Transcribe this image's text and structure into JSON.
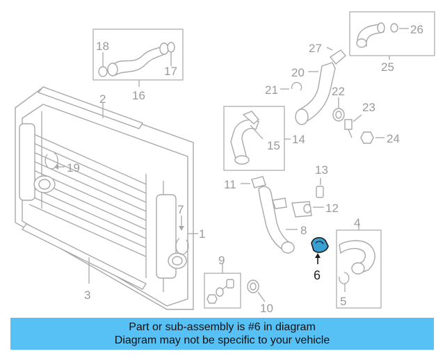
{
  "diagram": {
    "highlight_color": "#3a9fd1",
    "callouts": {
      "c1": "1",
      "c2": "2",
      "c3": "3",
      "c4": "4",
      "c5": "5",
      "c6": "6",
      "c7": "7",
      "c8": "8",
      "c9": "9",
      "c10": "10",
      "c11": "11",
      "c12": "12",
      "c13": "13",
      "c14": "14",
      "c15": "15",
      "c16": "16",
      "c17": "17",
      "c18": "18",
      "c19": "19",
      "c20": "20",
      "c21": "21",
      "c22": "22",
      "c23": "23",
      "c24": "24",
      "c25": "25",
      "c26": "26",
      "c27": "27"
    }
  },
  "banner": {
    "line1": "Part or sub-assembly is #6 in diagram",
    "line2": "Diagram may not be specific to your vehicle",
    "color": "#57c1f5"
  }
}
